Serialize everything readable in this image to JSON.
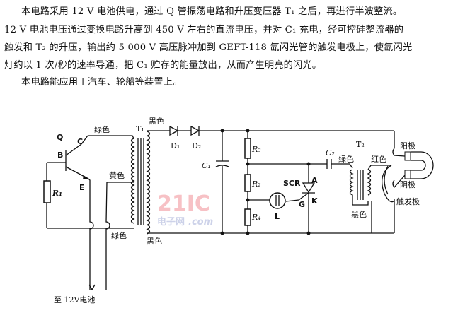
{
  "text": {
    "lines": [
      "本电路采用 12 V 电池供电，通过 Q 管振荡电路和升压变压器 T₁ 之后，再进行半波整流。",
      "12 V 电池电压通过变换电路升高到 450 V 左右的直流电压，并对 C₁ 充电，经可控硅整流器的",
      "触发和 T₂ 的升压，输出约 5 000 V 高压脉冲加到 GEFT-118 氙闪光管的触发电极上，使氙闪光",
      "灯约以 1 次/秒的速率导通，把 C₁ 贮存的能量放出，从而产生明亮的闪光。",
      "本电路能应用于汽车、轮船等装置上。"
    ]
  },
  "diagram": {
    "labels": {
      "Q": "Q",
      "B": "B",
      "C": "C",
      "E": "E",
      "R1": "R₁",
      "green_top": "绿色",
      "yellow": "黄色",
      "green_bottom": "绿色",
      "T1": "T₁",
      "black_top": "黑色",
      "black_bottom": "黑色",
      "D1": "D₁",
      "D2": "D₂",
      "C1": "C₁",
      "R3": "R₃",
      "R2": "R₂",
      "R4": "R₄",
      "SCR": "SCR",
      "A": "A",
      "K": "K",
      "G": "G",
      "L": "L",
      "C2": "C₂",
      "T2": "T₂",
      "green_t2": "绿色",
      "red": "红色",
      "black_t2": "黑色",
      "anode": "阳极",
      "cathode": "阴极",
      "trigger": "触发极",
      "battery": "至 12V电池"
    },
    "watermark": {
      "main": "21IC",
      "sub": "电子网",
      "domain": ".com",
      "color": "#f4a7ad"
    }
  }
}
